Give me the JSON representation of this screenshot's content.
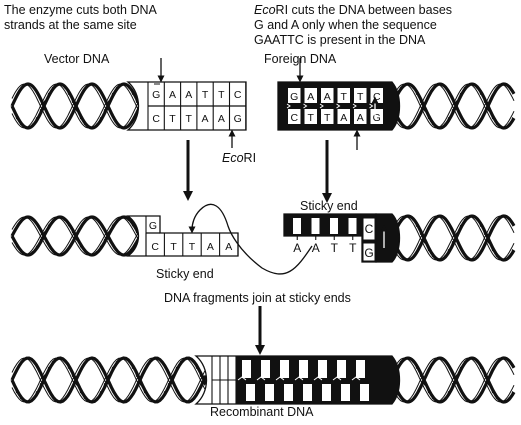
{
  "annotations": {
    "enzyme_cut": [
      "The enzyme cuts both DNA",
      "strands at the same site"
    ],
    "ecori_description": {
      "lines": [
        "cuts the DNA between bases",
        "G and A only when the sequence",
        "GAATTC is present in the DNA"
      ],
      "enzyme_italic": "Eco",
      "enzyme_rest": "RI"
    },
    "vector_dna": "Vector DNA",
    "foreign_dna": "Foreign DNA",
    "ecori_label": {
      "italic": "Eco",
      "rest": "RI"
    },
    "sticky_end_left": "Sticky end",
    "sticky_end_right": "Sticky end",
    "join_label": "DNA fragments join at sticky ends",
    "recombinant": "Recombinant DNA"
  },
  "sequences": {
    "vector_top": [
      "G",
      "A",
      "A",
      "T",
      "T",
      "C"
    ],
    "vector_bottom": [
      "C",
      "T",
      "T",
      "A",
      "A",
      "G"
    ],
    "foreign_top": [
      "G",
      "A",
      "A",
      "T",
      "T",
      "C"
    ],
    "foreign_bottom": [
      "C",
      "T",
      "T",
      "A",
      "A",
      "G"
    ],
    "left_fragment_top": "G",
    "left_fragment_bottom": [
      "C",
      "T",
      "T",
      "A",
      "A"
    ],
    "right_fragment_overhang": [
      "A",
      "A",
      "T",
      "T"
    ],
    "right_fragment_top": "C",
    "right_fragment_bottom": "G"
  },
  "colors": {
    "ink": "#111111",
    "paper": "#ffffff"
  }
}
